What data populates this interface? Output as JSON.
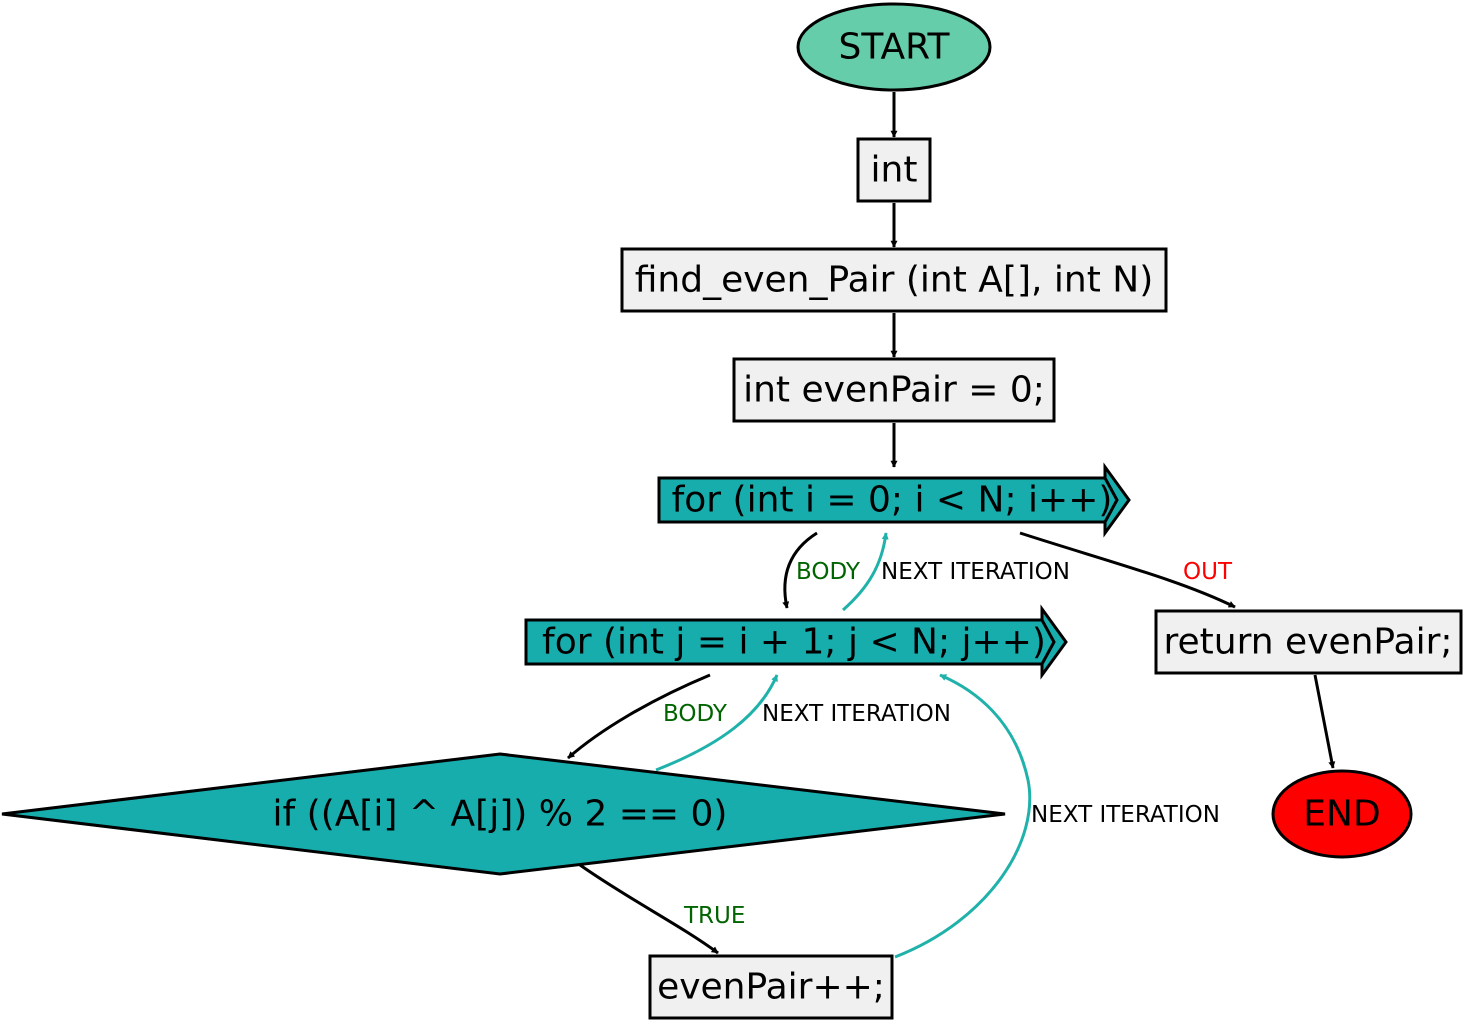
{
  "colors": {
    "start": "#66cdaa",
    "end": "#ff0000",
    "statement": "#f0f0f0",
    "loop": "#18adad",
    "back_edge": "#20b2aa",
    "label_body": "#006400",
    "label_true": "#006400",
    "label_out": "#ff0000",
    "label_next": "#000000"
  },
  "nodes": {
    "start": "START",
    "return_type": "int",
    "function_signature": "find_even_Pair (int A[], int N)",
    "init_even_pair": "int evenPair = 0;",
    "outer_loop": "for (int i = 0; i < N; i++)",
    "inner_loop": "for (int j = i + 1; j < N; j++)",
    "condition": "if ((A[i] ^ A[j]) % 2 == 0)",
    "increment": "evenPair++;",
    "return_statement": "return evenPair;",
    "end": "END"
  },
  "edge_labels": {
    "outer_body": "BODY",
    "outer_next": "NEXT ITERATION",
    "outer_out": "OUT",
    "inner_body": "BODY",
    "inner_next": "NEXT ITERATION",
    "condition_true": "TRUE",
    "increment_next": "NEXT ITERATION"
  }
}
